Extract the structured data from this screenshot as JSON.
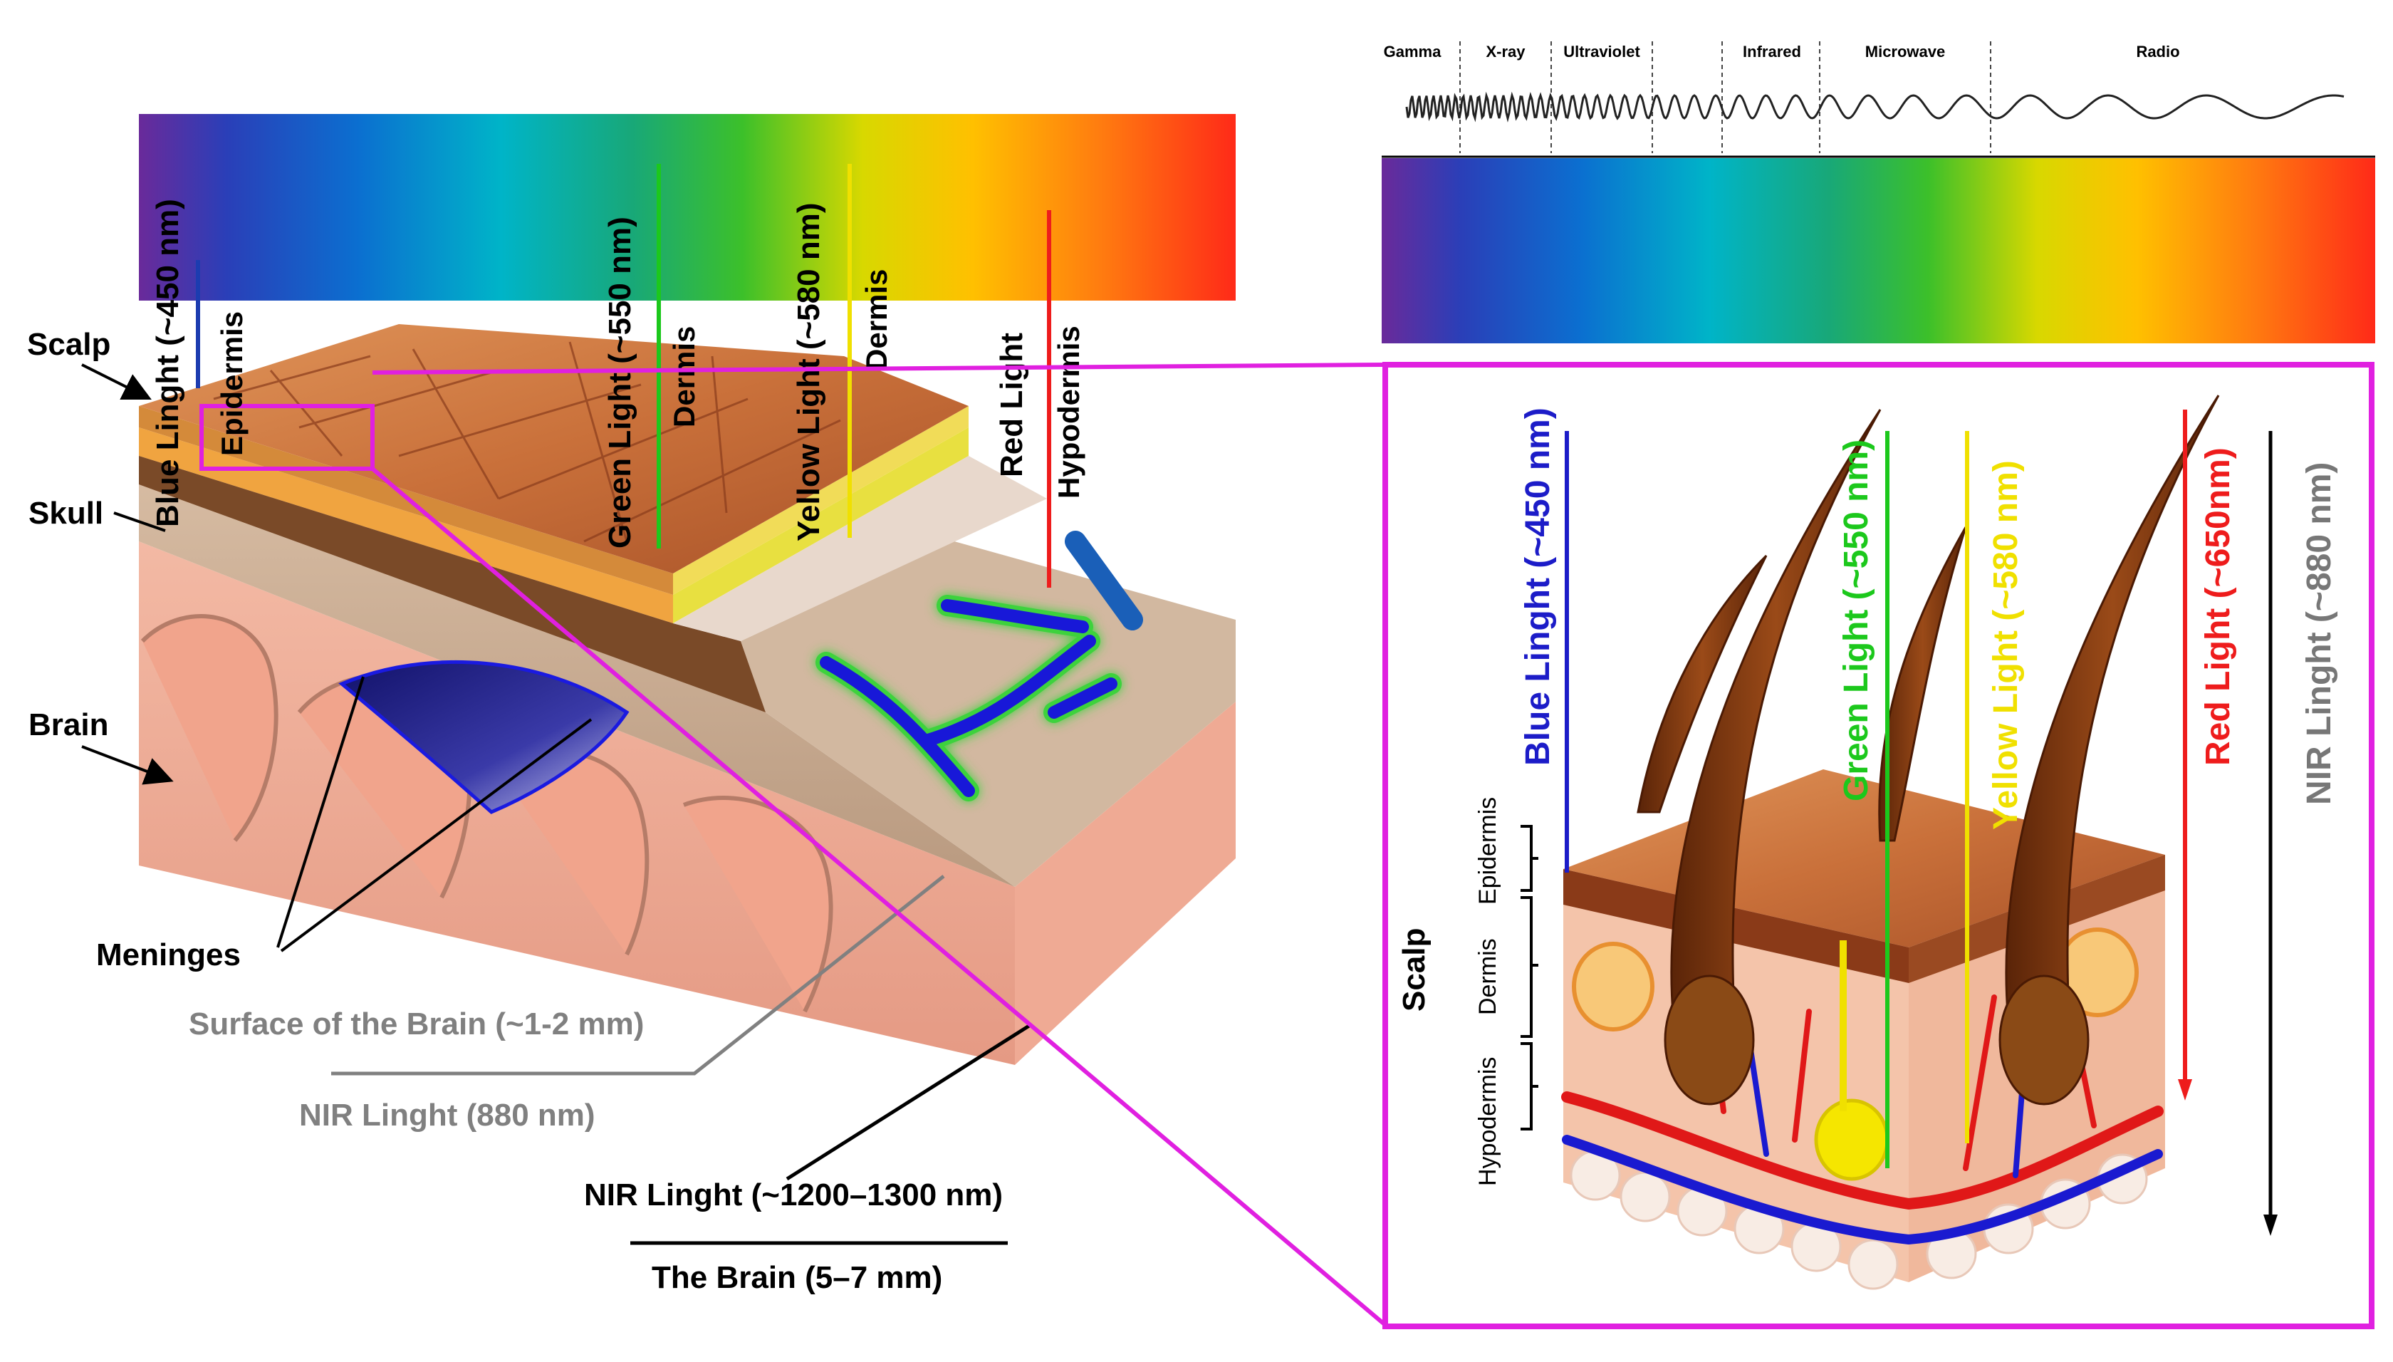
{
  "spectrum_bands": {
    "gamma": "Gamma",
    "xray": "X-ray",
    "ultraviolet": "Ultraviolet",
    "infrared": "Infrared",
    "microwave": "Microwave",
    "radio": "Radio"
  },
  "left_panel": {
    "blue": "Blue Linght (~450 nm)",
    "green": "Green Light (~550 nm)",
    "yellow": "Yellow Light (~580 nm)",
    "red": "Red Light",
    "epidermis": "Epidermis",
    "dermis_a": "Dermis",
    "dermis_b": "Dermis",
    "hypodermis": "Hypodermis",
    "scalp": "Scalp",
    "skull": "Skull",
    "brain": "Brain",
    "meninges": "Meninges",
    "surface": "Surface of the Brain (~1-2 mm)",
    "nir880": "NIR Linght (880 nm)",
    "nir1200": "NIR Linght (~1200–1300 nm)",
    "the_brain": "The Brain (5–7 mm)"
  },
  "right_panel": {
    "blue": "Blue Linght (~450 nm)",
    "green": "Green Light (~550 nm)",
    "yellow": "Yellow Light (~580 nm)",
    "red": "Red Light (~650nm)",
    "nir": "NIR Linght (~880 nm)",
    "scalp": "Scalp",
    "epidermis": "Epidermis",
    "dermis": "Dermis",
    "hypodermis": "Hypodermis"
  },
  "colors": {
    "blue": "#1c1cc8",
    "green": "#1cc81c",
    "yellow": "#f0e000",
    "red": "#ee1c1c",
    "gray": "#777777",
    "magenta": "#e020e0"
  }
}
